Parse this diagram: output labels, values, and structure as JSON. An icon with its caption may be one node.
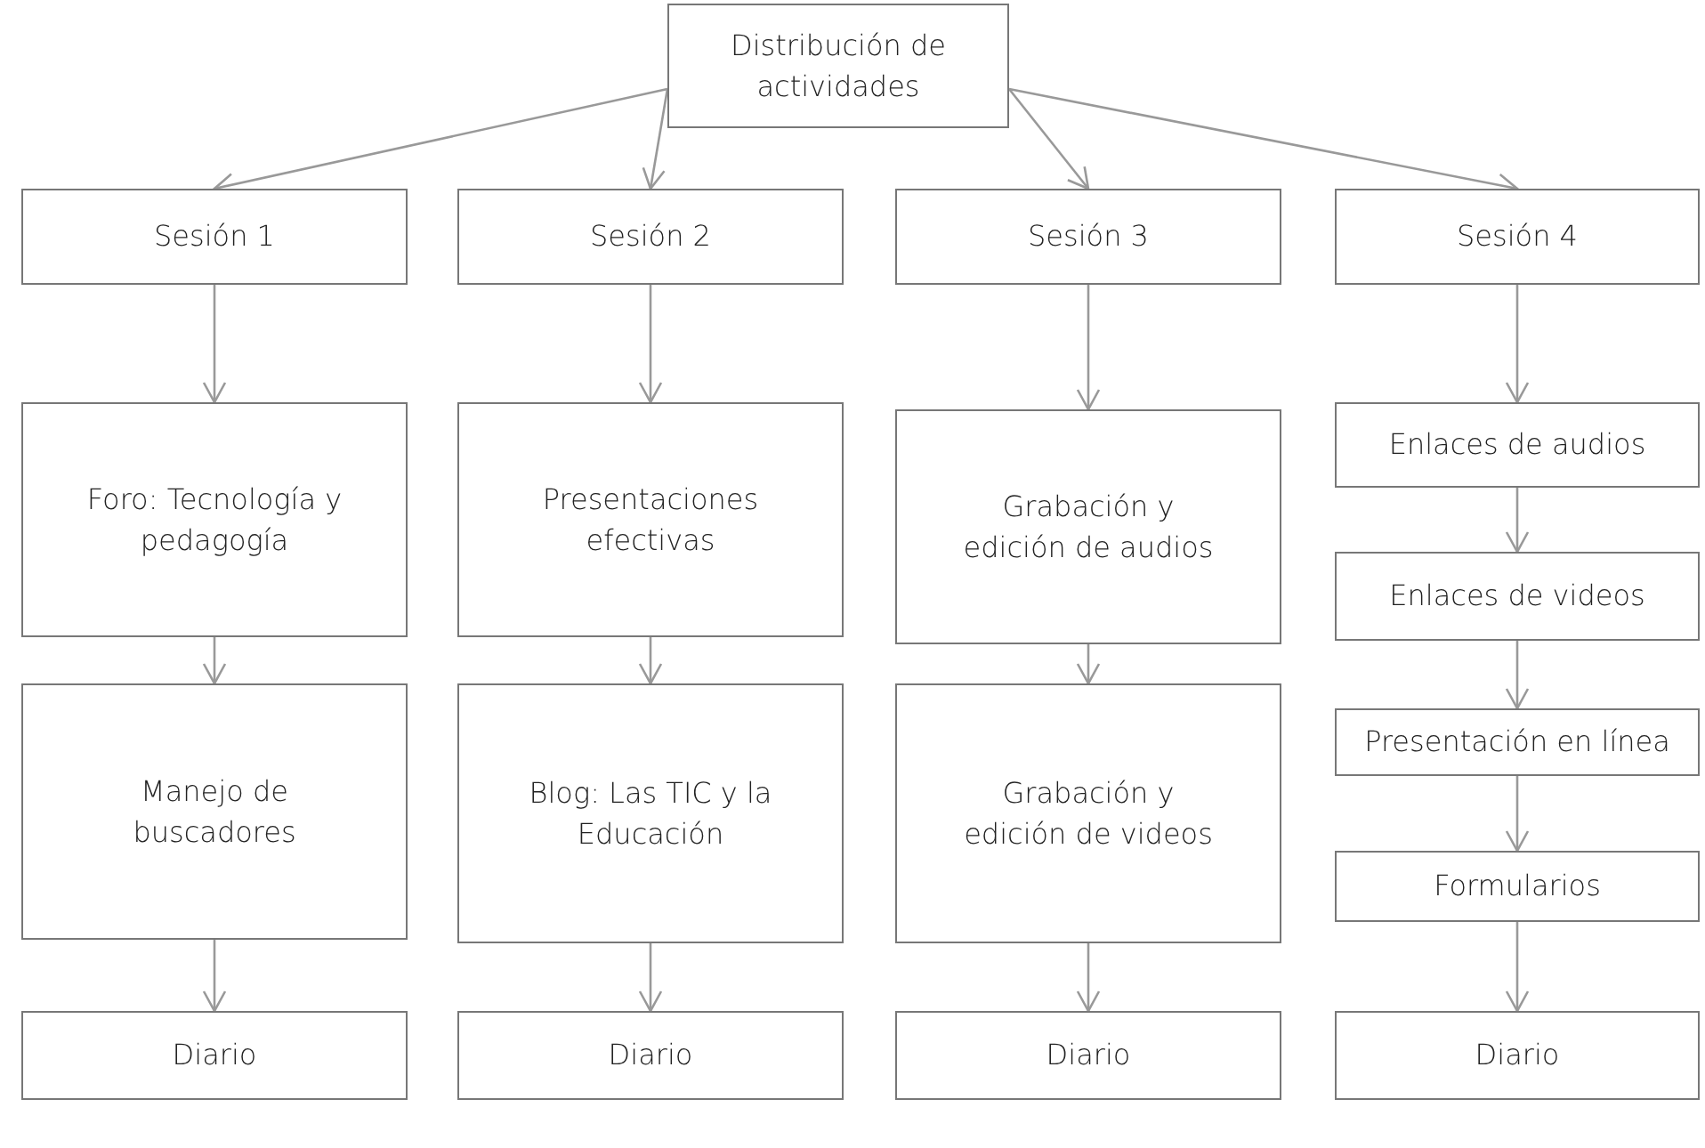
{
  "diagram": {
    "nodes": [
      {
        "text": [
          "Distribución de actividades"
        ]
      },
      {
        "text": [
          "Sesión 1"
        ]
      },
      {
        "text": [
          "Sesión 2"
        ]
      },
      {
        "text": [
          "Sesión 3"
        ]
      },
      {
        "text": [
          "Sesión 4"
        ]
      },
      {
        "text": [
          "Foro: Tecnología y pedagogía"
        ]
      },
      {
        "text": [
          "Manejo de buscadores"
        ]
      },
      {
        "text": [
          "Diario"
        ]
      },
      {
        "text": [
          "Presentaciones efectivas"
        ]
      },
      {
        "text": [
          "Blog: Las TIC y la Educación"
        ]
      },
      {
        "text": [
          "Diario"
        ]
      },
      {
        "text": [
          "Grabación y edición de audios"
        ]
      },
      {
        "text": [
          "Grabación y edición de videos"
        ]
      },
      {
        "text": [
          "Diario"
        ]
      },
      {
        "text": [
          "Enlaces de audios"
        ]
      },
      {
        "text": [
          "Enlaces de videos"
        ]
      },
      {
        "text": [
          "Presentación en línea"
        ]
      },
      {
        "text": [
          "Formularios"
        ]
      },
      {
        "text": [
          "Diario"
        ]
      }
    ],
    "edges": [
      {
        "from": 0,
        "to": 1,
        "arrow": "to"
      },
      {
        "from": 0,
        "to": 2,
        "arrow": "to"
      },
      {
        "from": 0,
        "to": 3,
        "arrow": "to"
      },
      {
        "from": 0,
        "to": 4,
        "arrow": "to"
      },
      {
        "from": 1,
        "to": 5,
        "arrow": "to"
      },
      {
        "from": 5,
        "to": 6,
        "arrow": "to"
      },
      {
        "from": 6,
        "to": 7,
        "arrow": "to"
      },
      {
        "from": 2,
        "to": 8,
        "arrow": "to"
      },
      {
        "from": 8,
        "to": 9,
        "arrow": "to"
      },
      {
        "from": 9,
        "to": 10,
        "arrow": "to"
      },
      {
        "from": 3,
        "to": 11,
        "arrow": "to"
      },
      {
        "from": 11,
        "to": 12,
        "arrow": "to"
      },
      {
        "from": 12,
        "to": 13,
        "arrow": "to"
      },
      {
        "from": 4,
        "to": 14,
        "arrow": "to"
      },
      {
        "from": 14,
        "to": 15,
        "arrow": "to"
      },
      {
        "from": 15,
        "to": 16,
        "arrow": "to"
      },
      {
        "from": 16,
        "to": 17,
        "arrow": "to"
      },
      {
        "from": 17,
        "to": 18,
        "arrow": "to"
      }
    ]
  }
}
